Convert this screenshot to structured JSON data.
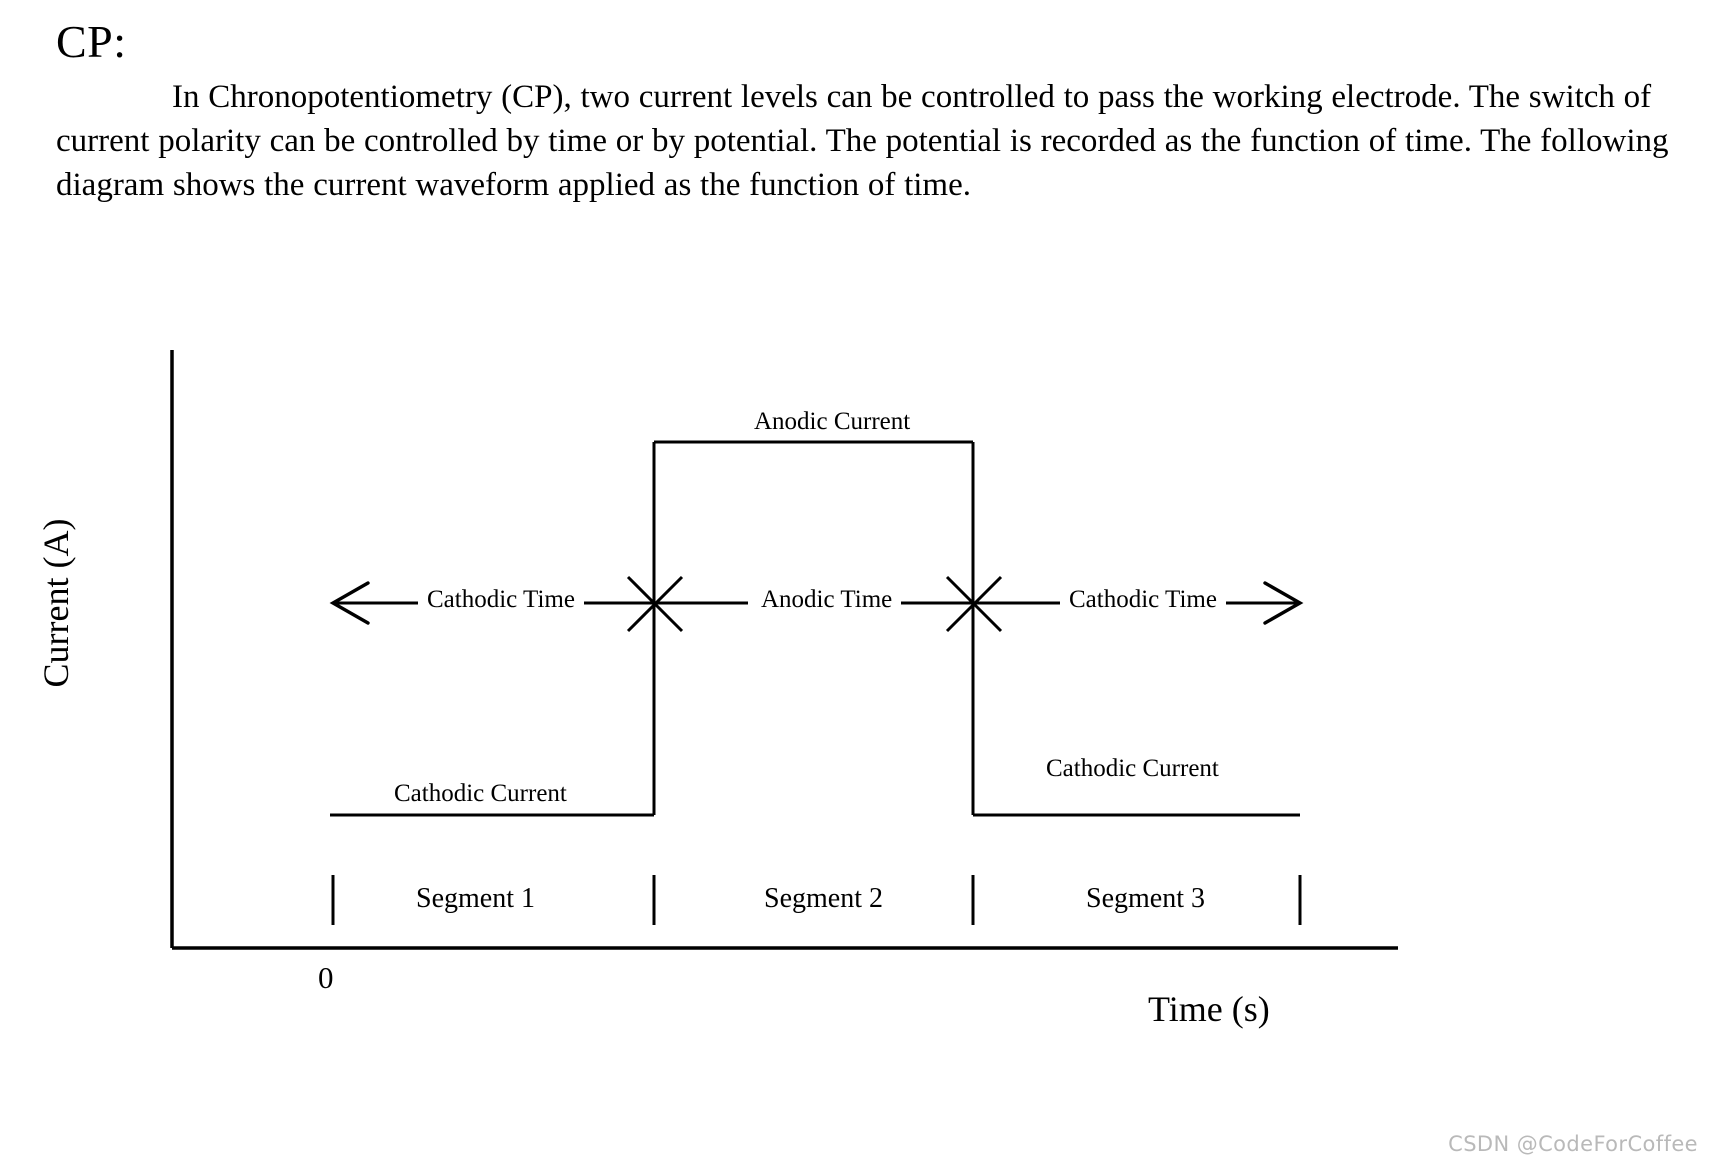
{
  "document": {
    "heading": "CP:",
    "paragraph": "In Chronopotentiometry (CP), two current levels can be controlled to pass the working electrode. The switch of current polarity can be controlled by time or by potential. The potential is recorded as the function of time. The following diagram shows the current waveform applied as the function of time."
  },
  "chart_data": {
    "type": "line",
    "title": "",
    "xlabel": "Time (s)",
    "ylabel": "Current (A)",
    "origin_label": "0",
    "grid": false,
    "legend": "none",
    "axis_color": "#000000",
    "line_color": "#000000",
    "description": "Chronopotentiometry current waveform: cathodic current level, stepping up to anodic current level during segment 2, then back down to cathodic current level.",
    "levels": {
      "cathodic_current": -1,
      "anodic_current": 1,
      "zero": 0
    },
    "x": [
      0,
      3,
      3,
      7,
      7,
      10
    ],
    "y": [
      -1,
      -1,
      1,
      1,
      -1,
      -1
    ],
    "annotations": [
      {
        "name": "anodic-current",
        "text": "Anodic Current"
      },
      {
        "name": "cathodic-current-left",
        "text": "Cathodic Current"
      },
      {
        "name": "cathodic-current-right",
        "text": "Cathodic Current"
      },
      {
        "name": "cathodic-time-left",
        "text": "Cathodic Time"
      },
      {
        "name": "anodic-time",
        "text": "Anodic Time"
      },
      {
        "name": "cathodic-time-right",
        "text": "Cathodic Time"
      }
    ],
    "segments": [
      {
        "label": "Segment 1",
        "current": "cathodic"
      },
      {
        "label": "Segment 2",
        "current": "anodic"
      },
      {
        "label": "Segment 3",
        "current": "cathodic"
      }
    ]
  },
  "watermark": {
    "text": "CSDN @CodeForCoffee",
    "color": "#b9b9b9"
  }
}
